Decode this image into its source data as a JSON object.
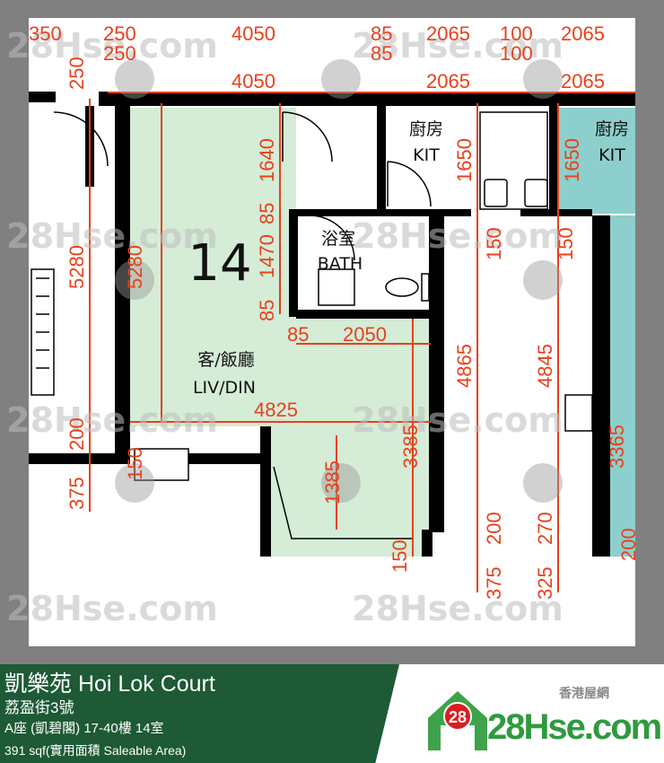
{
  "plan": {
    "unit_number": "14",
    "rooms": {
      "living_zh": "客/飯廳",
      "living_en": "LIV/DIN",
      "bath_zh": "浴室",
      "bath_en": "BATH",
      "kitchen_zh": "廚房",
      "kitchen_en": "KIT",
      "kitchen2_zh": "廚房",
      "kitchen2_en": "KIT"
    },
    "dimensions": [
      "350",
      "250",
      "4050",
      "85",
      "2065",
      "100",
      "2065",
      "250",
      "85",
      "100",
      "4050",
      "2065",
      "2065",
      "250",
      "5280",
      "5280",
      "1640",
      "85",
      "1470",
      "85",
      "1650",
      "1650",
      "150",
      "150",
      "4865",
      "4845",
      "3385",
      "1385",
      "3365",
      "200",
      "150",
      "375",
      "150",
      "200",
      "375",
      "270",
      "325",
      "200",
      "85",
      "2050",
      "4825"
    ],
    "watermark": "28Hse.com",
    "watermark_badge": "28",
    "colors": {
      "dimension": "#e8401c",
      "living": "#d5ecd6",
      "neighbor": "#8dcfcd",
      "wall": "#000000"
    }
  },
  "footer": {
    "title": "凱樂苑 Hoi Lok Court",
    "address": "荔盈街3號",
    "unit": "A座 (凱碧閣) 17-40樓 14室",
    "area": "391 sqf(實用面積 Saleable Area)",
    "logo_tagline": "香港屋網",
    "logo_text": "28Hse.com",
    "logo_badge": "28",
    "green": "#1d5a35"
  }
}
